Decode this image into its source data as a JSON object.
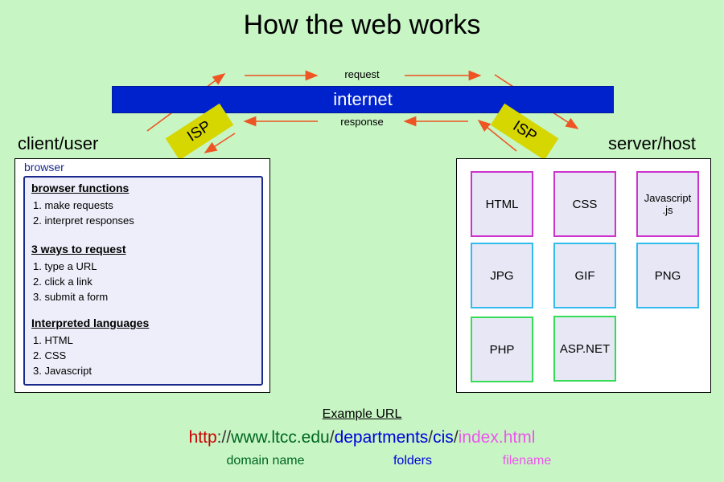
{
  "title": "How the web works",
  "internet": {
    "label": "internet",
    "request_label": "request",
    "response_label": "response",
    "isp_left": "ISP",
    "isp_right": "ISP"
  },
  "client": {
    "label": "client/user",
    "browser_label": "browser",
    "sections": [
      {
        "title": "browser functions",
        "items": [
          "1.  make requests",
          "2.  interpret responses"
        ]
      },
      {
        "title": "3 ways to request",
        "items": [
          "1.  type a URL",
          "2.  click a link",
          "3.  submit a form"
        ]
      },
      {
        "title": "Interpreted languages",
        "items": [
          "1.  HTML",
          "2.  CSS",
          "3.  Javascript"
        ]
      }
    ]
  },
  "server": {
    "label": "server/host",
    "files": [
      {
        "label": "HTML",
        "color": "#cc33cc"
      },
      {
        "label": "CSS",
        "color": "#cc33cc"
      },
      {
        "label": "Javascript\n.js",
        "color": "#cc33cc"
      },
      {
        "label": "JPG",
        "color": "#33bbee"
      },
      {
        "label": "GIF",
        "color": "#33bbee"
      },
      {
        "label": "PNG",
        "color": "#33bbee"
      },
      {
        "label": "PHP",
        "color": "#33dd55"
      },
      {
        "label": "ASP.NET",
        "color": "#33dd55"
      }
    ]
  },
  "example_url": {
    "heading": "Example URL",
    "parts": [
      {
        "text": "http",
        "color": "#cc0000"
      },
      {
        "text": "://",
        "color": "#333333"
      },
      {
        "text": "www.ltcc.edu",
        "color": "#006622"
      },
      {
        "text": "/",
        "color": "#333333"
      },
      {
        "text": "departments",
        "color": "#0000dd"
      },
      {
        "text": "/",
        "color": "#333333"
      },
      {
        "text": "cis",
        "color": "#0000dd"
      },
      {
        "text": "/",
        "color": "#333333"
      },
      {
        "text": "index.html",
        "color": "#ee55ee"
      }
    ],
    "captions": {
      "domain": {
        "text": "domain name",
        "color": "#006622"
      },
      "folders": {
        "text": "folders",
        "color": "#0000dd"
      },
      "filename": {
        "text": "filename",
        "color": "#ee55ee"
      }
    }
  },
  "colors": {
    "background": "#c7f5c4",
    "internet_bar": "#0022cc",
    "isp": "#d6d600",
    "arrows": "#ee5522"
  }
}
